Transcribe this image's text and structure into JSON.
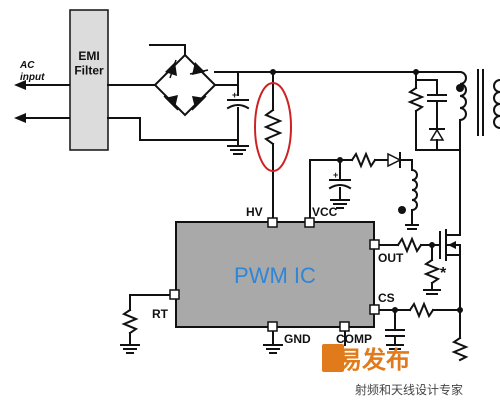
{
  "diagram": {
    "ac_input_label": "AC\ninput",
    "emi_filter_label": "EMI\nFilter",
    "ic_label": "PWM IC",
    "pins": {
      "hv": "HV",
      "vcc": "VCC",
      "out": "OUT",
      "cs": "CS",
      "rt": "RT",
      "gnd": "GND",
      "comp": "COMP"
    },
    "asterisk": "*",
    "highlight_color": "#cc2222",
    "ic_fill_color": "#a9a9a9",
    "ic_text_color": "#2f86d6",
    "emi_fill_color": "#dcdcdc"
  },
  "watermark": {
    "brand_text": "E易发布",
    "subtitle": "射频和天线设计专家",
    "brand_color": "#e07a1a"
  }
}
